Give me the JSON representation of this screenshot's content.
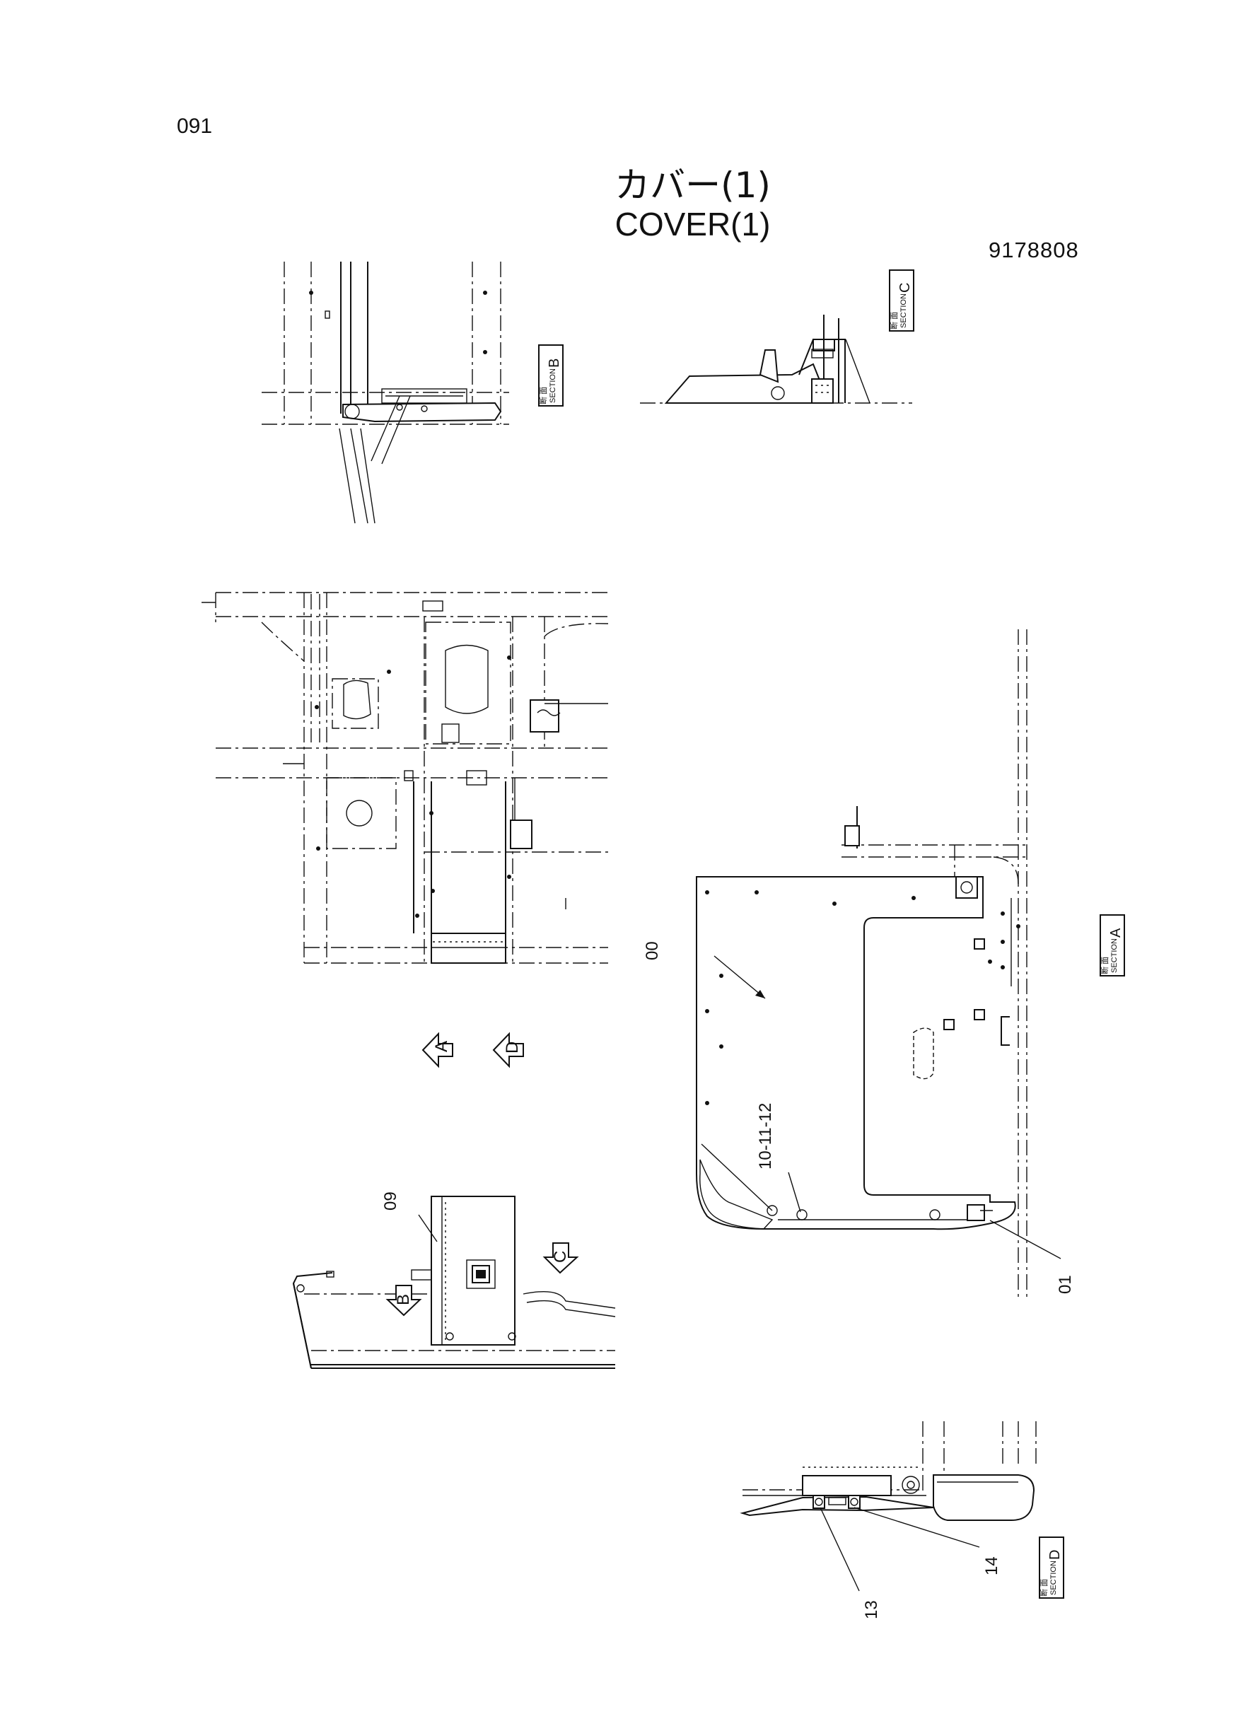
{
  "header": {
    "page_number": "091",
    "title_jp": "カバー(1)",
    "title_en": "COVER(1)",
    "drawing_number": "9178808"
  },
  "sections": {
    "b": {
      "kanji": "断 面",
      "word": "SECTION",
      "letter": "B"
    },
    "c": {
      "kanji": "断 面",
      "word": "SECTION",
      "letter": "C"
    },
    "a": {
      "kanji": "断 面",
      "word": "SECTION",
      "letter": "A"
    },
    "d": {
      "kanji": "断 面",
      "word": "SECTION",
      "letter": "D"
    }
  },
  "view_arrows": {
    "a": "A",
    "d": "D",
    "b": "B",
    "c": "C"
  },
  "callouts": {
    "p00": "00",
    "p01": "01",
    "p09": "09",
    "p10_11_12": "10-11-12",
    "p13": "13",
    "p14": "14"
  }
}
